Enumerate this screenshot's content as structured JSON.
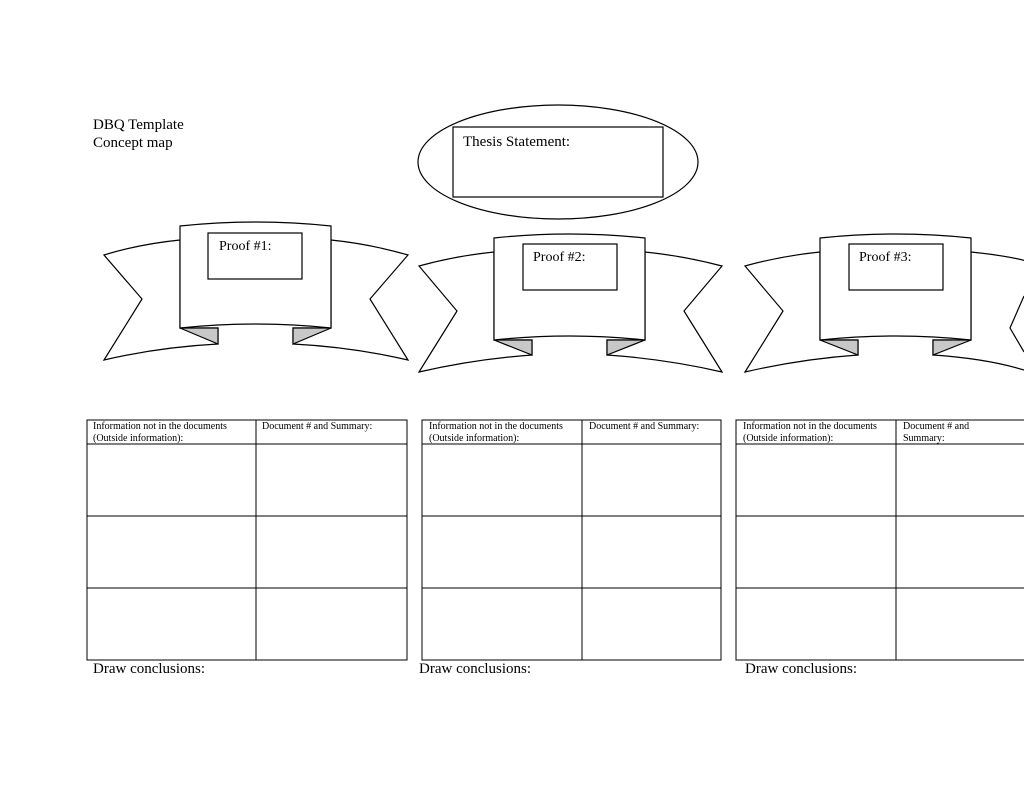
{
  "header": {
    "line1": "DBQ Template",
    "line2": "Concept map"
  },
  "thesis": {
    "label": "Thesis Statement:"
  },
  "proofs": [
    {
      "label": "Proof #1:"
    },
    {
      "label": "Proof #2:"
    },
    {
      "label": "Proof #3:"
    }
  ],
  "tables": [
    {
      "col1_header_line1": "Information not in the documents",
      "col1_header_line2": "(Outside information):",
      "col2_header_line1": "Document # and Summary:",
      "col2_header_line2": ""
    },
    {
      "col1_header_line1": "Information not in the documents",
      "col1_header_line2": "(Outside information):",
      "col2_header_line1": "Document # and Summary:",
      "col2_header_line2": ""
    },
    {
      "col1_header_line1": "Information not in the documents",
      "col1_header_line2": "(Outside information):",
      "col2_header_line1": "Document # and",
      "col2_header_line2": "Summary:"
    }
  ],
  "conclusions": [
    {
      "label": "Draw conclusions:"
    },
    {
      "label": "Draw conclusions:"
    },
    {
      "label": "Draw conclusions:"
    }
  ]
}
